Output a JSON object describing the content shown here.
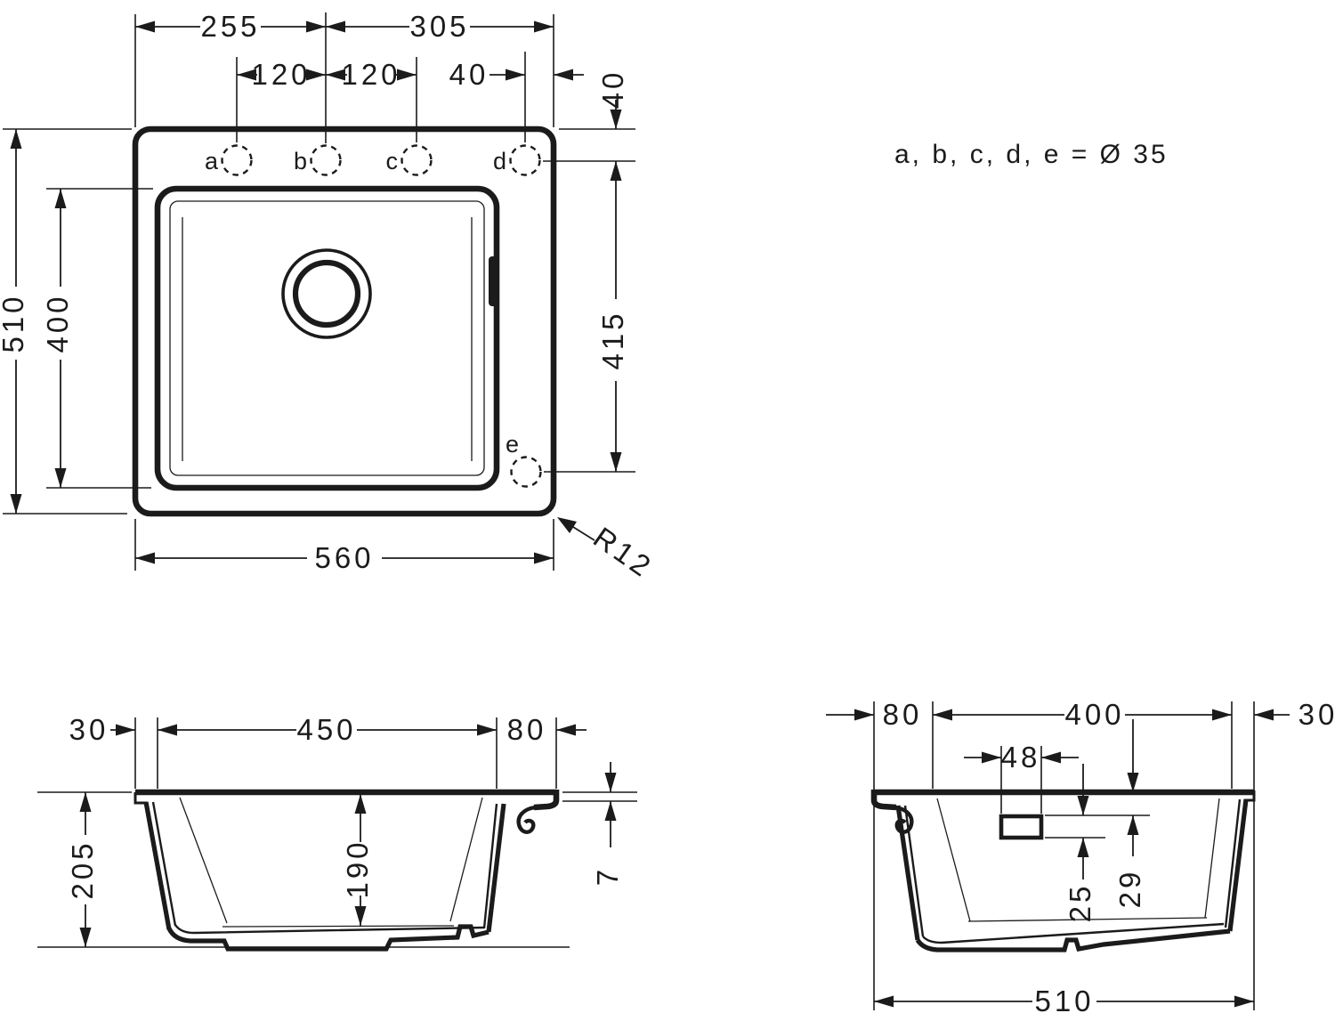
{
  "legend": {
    "hole_diameter": "a, b, c, d, e = Ø 35"
  },
  "top_view": {
    "flange_left": "255",
    "flange_right": "305",
    "hole_spacing_ab": "120",
    "hole_spacing_bc": "120",
    "hole_d_inset": "40",
    "hole_row_inset": "40",
    "hole_d_to_e": "415",
    "total_depth": "510",
    "bowl_depth": "400",
    "total_width": "560",
    "corner_radius": "R12",
    "holes": {
      "a": "a",
      "b": "b",
      "c": "c",
      "d": "d",
      "e": "e"
    }
  },
  "front_section": {
    "rim_left": "30",
    "bowl_width": "450",
    "rim_right": "80",
    "total_height": "205",
    "bowl_height": "190",
    "edge_height": "7"
  },
  "side_section": {
    "front_rim": "80",
    "bowl_length": "400",
    "back_rim": "30",
    "overflow_width": "48",
    "overflow_height": "25",
    "overflow_offset": "29",
    "total_depth": "510"
  }
}
